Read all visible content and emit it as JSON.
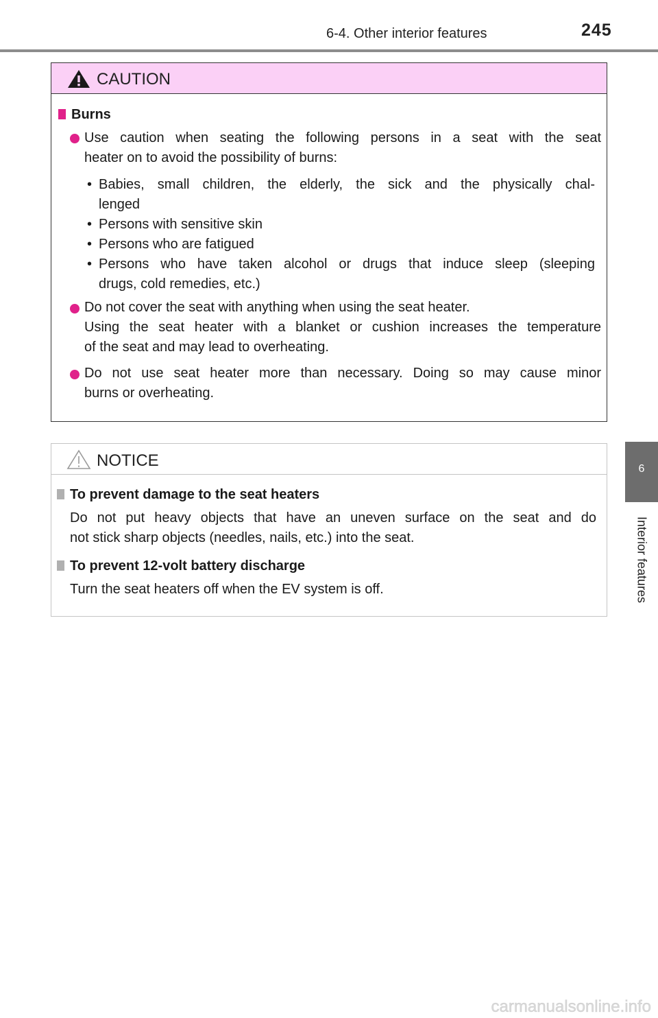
{
  "header": {
    "section": "6-4. Other interior features",
    "page_number": "245"
  },
  "side_tab": {
    "number": "6",
    "label": "Interior features"
  },
  "caution": {
    "title": "CAUTION",
    "icon": "warning-triangle-icon",
    "accent_color": "#e0218a",
    "header_color": "#fbd0f6",
    "section_title": "Burns",
    "item1": {
      "line1": "Use caution when seating the following persons in a seat with the seat",
      "line2": "heater on to avoid the possibility of burns:"
    },
    "bullets": {
      "b1_line1": "Babies, small children, the elderly, the sick and the physically chal-",
      "b1_line2": "lenged",
      "b2": "Persons with sensitive skin",
      "b3": "Persons who are fatigued",
      "b4_line1": "Persons who have taken alcohol or drugs that induce sleep (sleeping",
      "b4_line2": "drugs, cold remedies, etc.)"
    },
    "item2": {
      "line1": "Do not cover the seat with anything when using the seat heater.",
      "line2": "Using the seat heater with a blanket or cushion increases the temperature",
      "line3": "of the seat and may lead to overheating."
    },
    "item3": {
      "line1": "Do not use seat heater more than necessary. Doing so may cause minor",
      "line2": "burns or overheating."
    }
  },
  "notice": {
    "title": "NOTICE",
    "icon": "warning-outline-icon",
    "sec1_title": "To prevent damage to the seat heaters",
    "sec1_line1": "Do not put heavy objects that have an uneven surface on the seat and do",
    "sec1_line2": "not stick sharp objects (needles, nails, etc.) into the seat.",
    "sec2_title": "To prevent 12-volt battery discharge",
    "sec2_line1": "Turn the seat heaters off when the EV system is off."
  },
  "watermark": "carmanualsonline.info"
}
